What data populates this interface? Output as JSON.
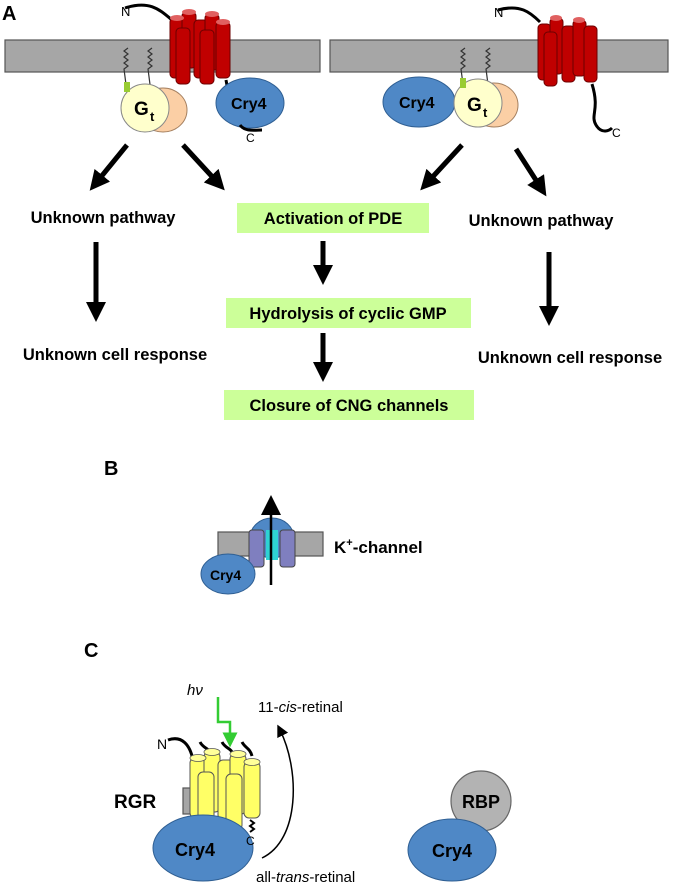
{
  "panels": {
    "a": "A",
    "b": "B",
    "c": "C"
  },
  "panel_a": {
    "left": {
      "n_terminus": "N",
      "c_terminus": "C",
      "g_protein": "G",
      "g_subscript": "t",
      "cry4": "Cry4"
    },
    "right": {
      "n_terminus": "N",
      "c_terminus": "C",
      "g_protein": "G",
      "g_subscript": "t",
      "cry4": "Cry4"
    },
    "unknown_pathway_left": "Unknown pathway",
    "unknown_pathway_right": "Unknown pathway",
    "unknown_response_left": "Unknown cell response",
    "unknown_response_right": "Unknown cell response",
    "cascade": [
      "Activation of PDE",
      "Hydrolysis of cyclic GMP",
      "Closure of CNG channels"
    ]
  },
  "panel_b": {
    "cry4": "Cry4",
    "channel_k": "K",
    "channel_sup": "+",
    "channel_rest": "-channel"
  },
  "panel_c": {
    "hv": "hν",
    "n_terminus": "N",
    "c_terminus": "C",
    "rgr": "RGR",
    "cry4": "Cry4",
    "cis_prefix": "11-",
    "cis_italic": "cis",
    "cis_suffix": "-retinal",
    "trans_prefix": "all-",
    "trans_italic": "trans",
    "trans_suffix": "-retinal",
    "rbp": "RBP",
    "cry4_right": "Cry4"
  },
  "colors": {
    "membrane": "#a6a6a6",
    "opsin_helix": "#c00000",
    "rgr_helix": "#ffff66",
    "cry4": "#4f88c6",
    "g_alpha": "#ffffcc",
    "g_beta": "#fbcfa5",
    "highlight_box": "#ccff99",
    "light_arrow": "#33cc33",
    "channel": "#7f7fbf",
    "pore": "#2ed3d3"
  }
}
